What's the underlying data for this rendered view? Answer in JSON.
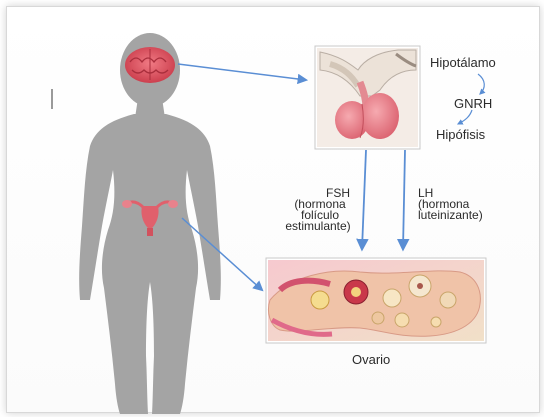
{
  "labels": {
    "hypothalamus": "Hipotálamo",
    "gnrh": "GNRH",
    "pituitary": "Hipófisis",
    "fsh_line1": "FSH",
    "fsh_line2": "(hormona",
    "fsh_line3": "folículo",
    "fsh_line4": "estimulante)",
    "lh_line1": "LH",
    "lh_line2": "(hormona",
    "lh_line3": "luteinizante)",
    "ovary": "Ovario"
  },
  "colors": {
    "arrow": "#5a8ed4",
    "silhouette": "#a4a4a4",
    "brain": "#d94f5c",
    "organ": "#e8828c"
  }
}
